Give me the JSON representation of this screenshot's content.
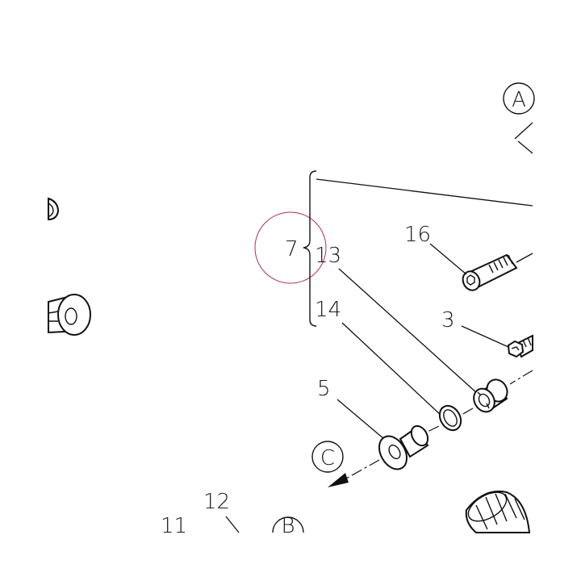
{
  "callouts": {
    "A": "A",
    "B": "B",
    "C": "C"
  },
  "part_numbers": {
    "p7": "7",
    "p13": "13",
    "p14": "14",
    "p16": "16",
    "p3": "3",
    "p5": "5",
    "p12": "12",
    "p11": "11"
  },
  "colors": {
    "line": "#111111",
    "highlight_circle": "#b03050",
    "background": "#ffffff"
  }
}
